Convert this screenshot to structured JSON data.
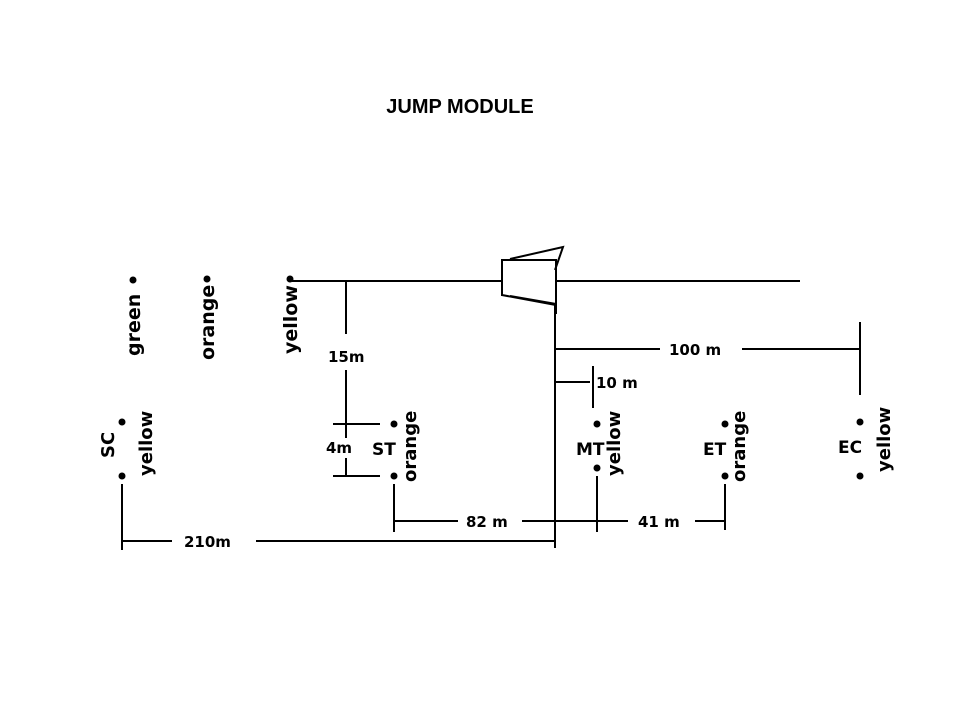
{
  "title": "JUMP MODULE",
  "launch_markers": [
    {
      "color": "green"
    },
    {
      "color": "orange"
    },
    {
      "color": "yellow"
    }
  ],
  "distances": {
    "d15": "15m",
    "d4": "4m",
    "d100": "100 m",
    "d10": "10 m",
    "d82": "82 m",
    "d41": "41 m",
    "d210": "210m"
  },
  "stations": [
    {
      "code": "SC",
      "color": "yellow"
    },
    {
      "code": "ST",
      "color": "orange"
    },
    {
      "code": "MT",
      "color": "yellow"
    },
    {
      "code": "ET",
      "color": "orange"
    },
    {
      "code": "EC",
      "color": "yellow"
    }
  ]
}
